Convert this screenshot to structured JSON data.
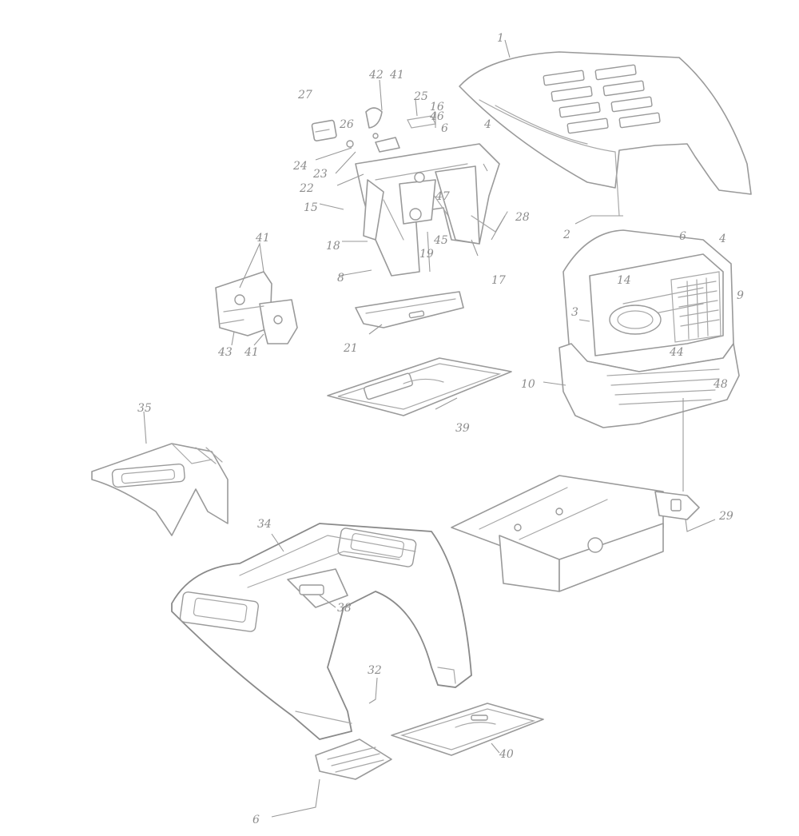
{
  "callouts": {
    "c1": "1",
    "c2": "2",
    "c3": "3",
    "c4a": "4",
    "c4b": "4",
    "c6a": "6",
    "c6b": "6",
    "c6c": "6",
    "c8": "8",
    "c9": "9",
    "c10": "10",
    "c14": "14",
    "c15": "15",
    "c16": "16",
    "c17": "17",
    "c18": "18",
    "c19": "19",
    "c21": "21",
    "c22": "22",
    "c23": "23",
    "c24": "24",
    "c25": "25",
    "c26": "26",
    "c27": "27",
    "c28": "28",
    "c29": "29",
    "c32": "32",
    "c34": "34",
    "c35": "35",
    "c38": "38",
    "c39": "39",
    "c40": "40",
    "c41a": "41",
    "c41b": "41",
    "c41c": "41",
    "c42": "42",
    "c43": "43",
    "c44": "44",
    "c45": "45",
    "c46": "46",
    "c47": "47",
    "c48": "48"
  }
}
